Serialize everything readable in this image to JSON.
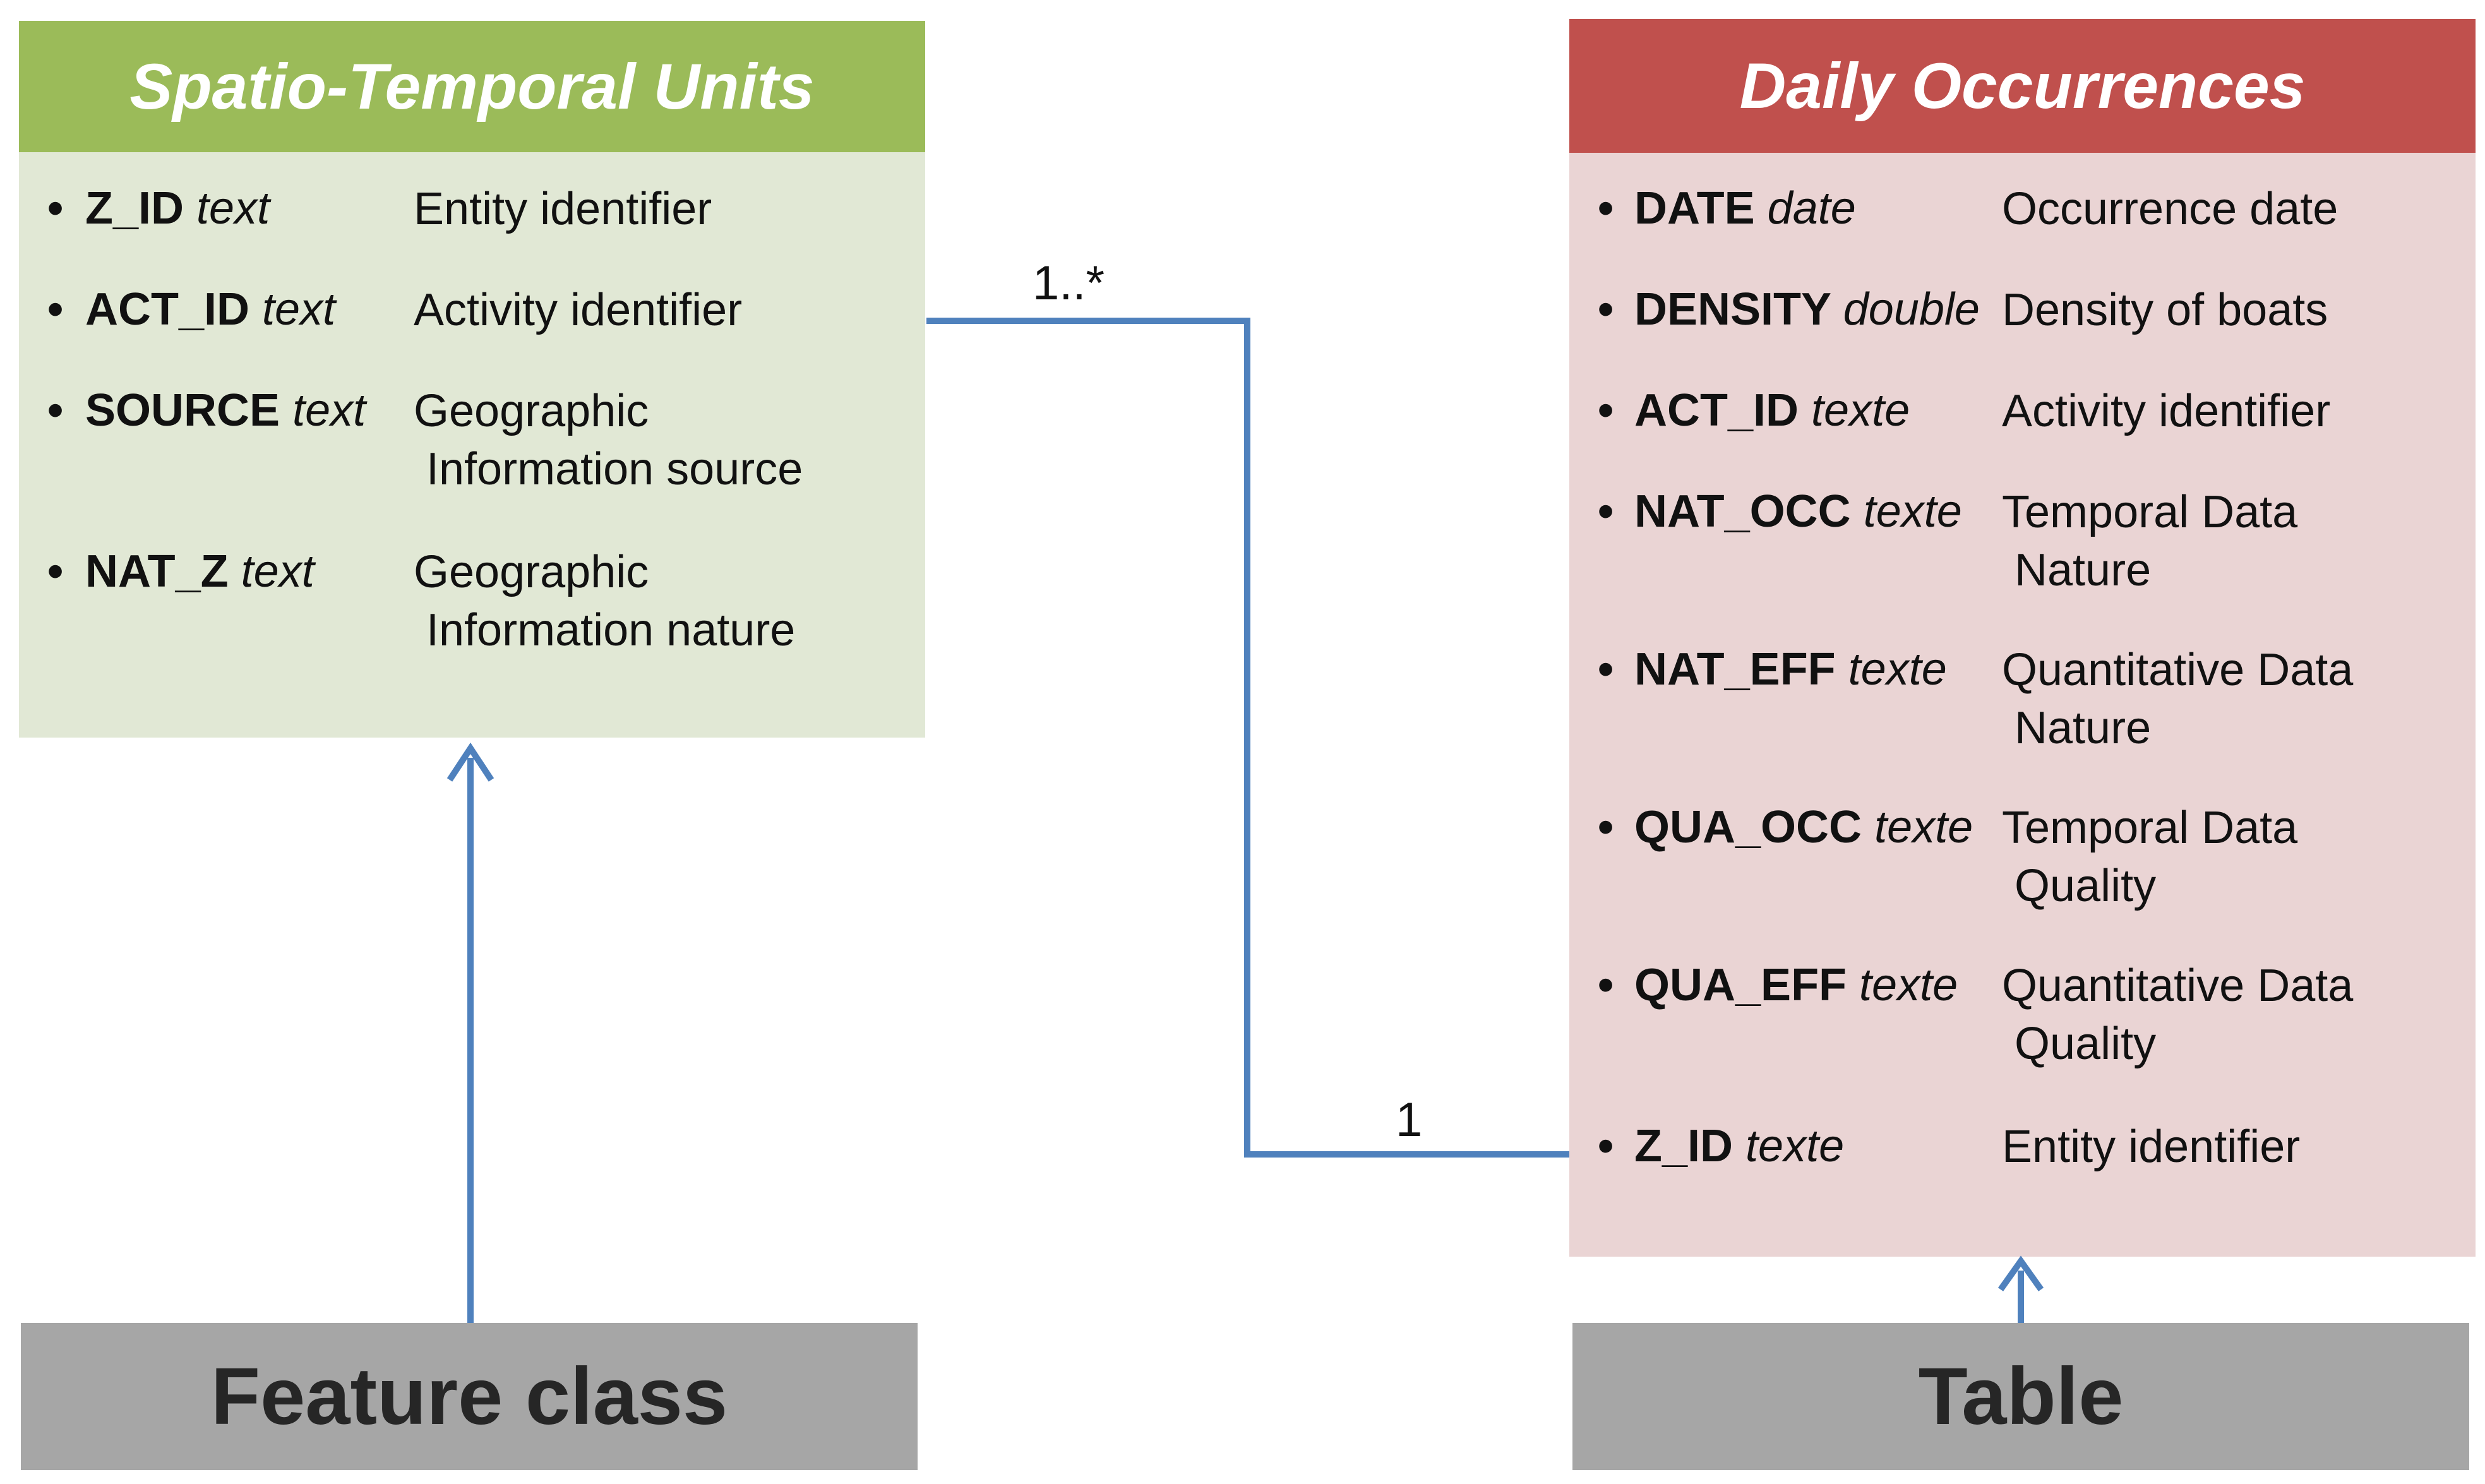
{
  "left_entity": {
    "title": "Spatio-Temporal Units",
    "fields": [
      {
        "bullet": "•",
        "name": "Z_ID",
        "type": "text",
        "desc": "Entity identifier"
      },
      {
        "bullet": "•",
        "name": "ACT_ID",
        "type": "text",
        "desc": "Activity identifier"
      },
      {
        "bullet": "•",
        "name": "SOURCE",
        "type": "text",
        "desc": "Geographic\n Information source"
      },
      {
        "bullet": "•",
        "name": "NAT_Z",
        "type": "text",
        "desc": "Geographic\n Information nature"
      }
    ],
    "footer_label": "Feature class"
  },
  "right_entity": {
    "title": "Daily Occurrences",
    "fields": [
      {
        "bullet": "•",
        "name": "DATE",
        "type": "date",
        "desc": "Occurrence date"
      },
      {
        "bullet": "•",
        "name": "DENSITY",
        "type": "double",
        "desc": "Density of boats"
      },
      {
        "bullet": "•",
        "name": "ACT_ID",
        "type": "texte",
        "desc": "Activity identifier"
      },
      {
        "bullet": "•",
        "name": "NAT_OCC",
        "type": "texte",
        "desc": "Temporal Data\n Nature"
      },
      {
        "bullet": "•",
        "name": "NAT_EFF",
        "type": "texte",
        "desc": "Quantitative Data\n Nature"
      },
      {
        "bullet": "•",
        "name": "QUA_OCC",
        "type": "texte",
        "desc": "Temporal Data\n Quality"
      },
      {
        "bullet": "•",
        "name": "QUA_EFF",
        "type": "texte",
        "desc": "Quantitative Data\n Quality"
      },
      {
        "bullet": "•",
        "name": "Z_ID",
        "type": "texte",
        "desc": "Entity identifier"
      }
    ],
    "footer_label": "Table"
  },
  "relationship": {
    "left_multiplicity": "1..*",
    "right_multiplicity": "1"
  },
  "colors": {
    "left_header": "#9bbb59",
    "left_body": "#e1e8d5",
    "right_header": "#c0504d",
    "right_body": "#ead4d4",
    "footer": "#a6a6a6",
    "connector": "#4f81bd"
  }
}
